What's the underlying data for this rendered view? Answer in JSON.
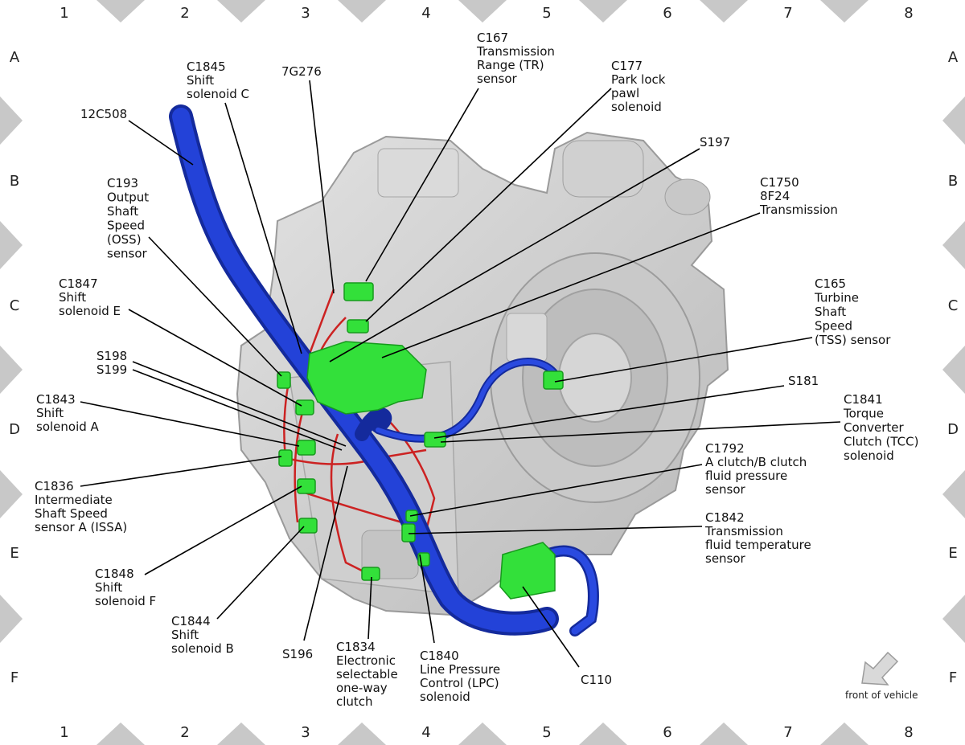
{
  "grid": {
    "columns": [
      "1",
      "2",
      "3",
      "4",
      "5",
      "6",
      "7",
      "8"
    ],
    "rows": [
      "A",
      "B",
      "C",
      "D",
      "E",
      "F"
    ]
  },
  "note": "front of vehicle",
  "colors": {
    "harness": "#1f36c8",
    "connector": "#33e03a",
    "wire": "#cc2222",
    "housing": "#d4d4d4",
    "frame_marker": "#c8c8c8"
  },
  "callouts": {
    "c167": [
      "C167",
      "Transmission",
      "Range (TR)",
      "sensor"
    ],
    "c177": [
      "C177",
      "Park lock",
      "pawl",
      "solenoid"
    ],
    "c1845": [
      "C1845",
      "Shift",
      "solenoid C"
    ],
    "g7g276": [
      "7G276"
    ],
    "c12c508": [
      "12C508"
    ],
    "s197": [
      "S197"
    ],
    "c1750": [
      "C1750",
      "8F24",
      "Transmission"
    ],
    "c193": [
      "C193",
      "Output",
      "Shaft",
      "Speed",
      "(OSS)",
      "sensor"
    ],
    "c1847": [
      "C1847",
      "Shift",
      "solenoid E"
    ],
    "c165": [
      "C165",
      "Turbine",
      "Shaft",
      "Speed",
      "(TSS) sensor"
    ],
    "s198": [
      "S198",
      "S199"
    ],
    "s181": [
      "S181"
    ],
    "c1843": [
      "C1843",
      "Shift",
      "solenoid A"
    ],
    "c1841": [
      "C1841",
      "Torque",
      "Converter",
      "Clutch (TCC)",
      "solenoid"
    ],
    "c1792": [
      "C1792",
      "A clutch/B clutch",
      "fluid pressure",
      "sensor"
    ],
    "c1836": [
      "C1836",
      "Intermediate",
      "Shaft Speed",
      "sensor A (ISSA)"
    ],
    "c1842": [
      "C1842",
      "Transmission",
      "fluid temperature",
      "sensor"
    ],
    "c1848": [
      "C1848",
      "Shift",
      "solenoid F"
    ],
    "c1844": [
      "C1844",
      "Shift",
      "solenoid B"
    ],
    "s196": [
      "S196"
    ],
    "c1834": [
      "C1834",
      "Electronic",
      "selectable",
      "one-way",
      "clutch"
    ],
    "c1840": [
      "C1840",
      "Line Pressure",
      "Control (LPC)",
      "solenoid"
    ],
    "c110": [
      "C110"
    ]
  }
}
